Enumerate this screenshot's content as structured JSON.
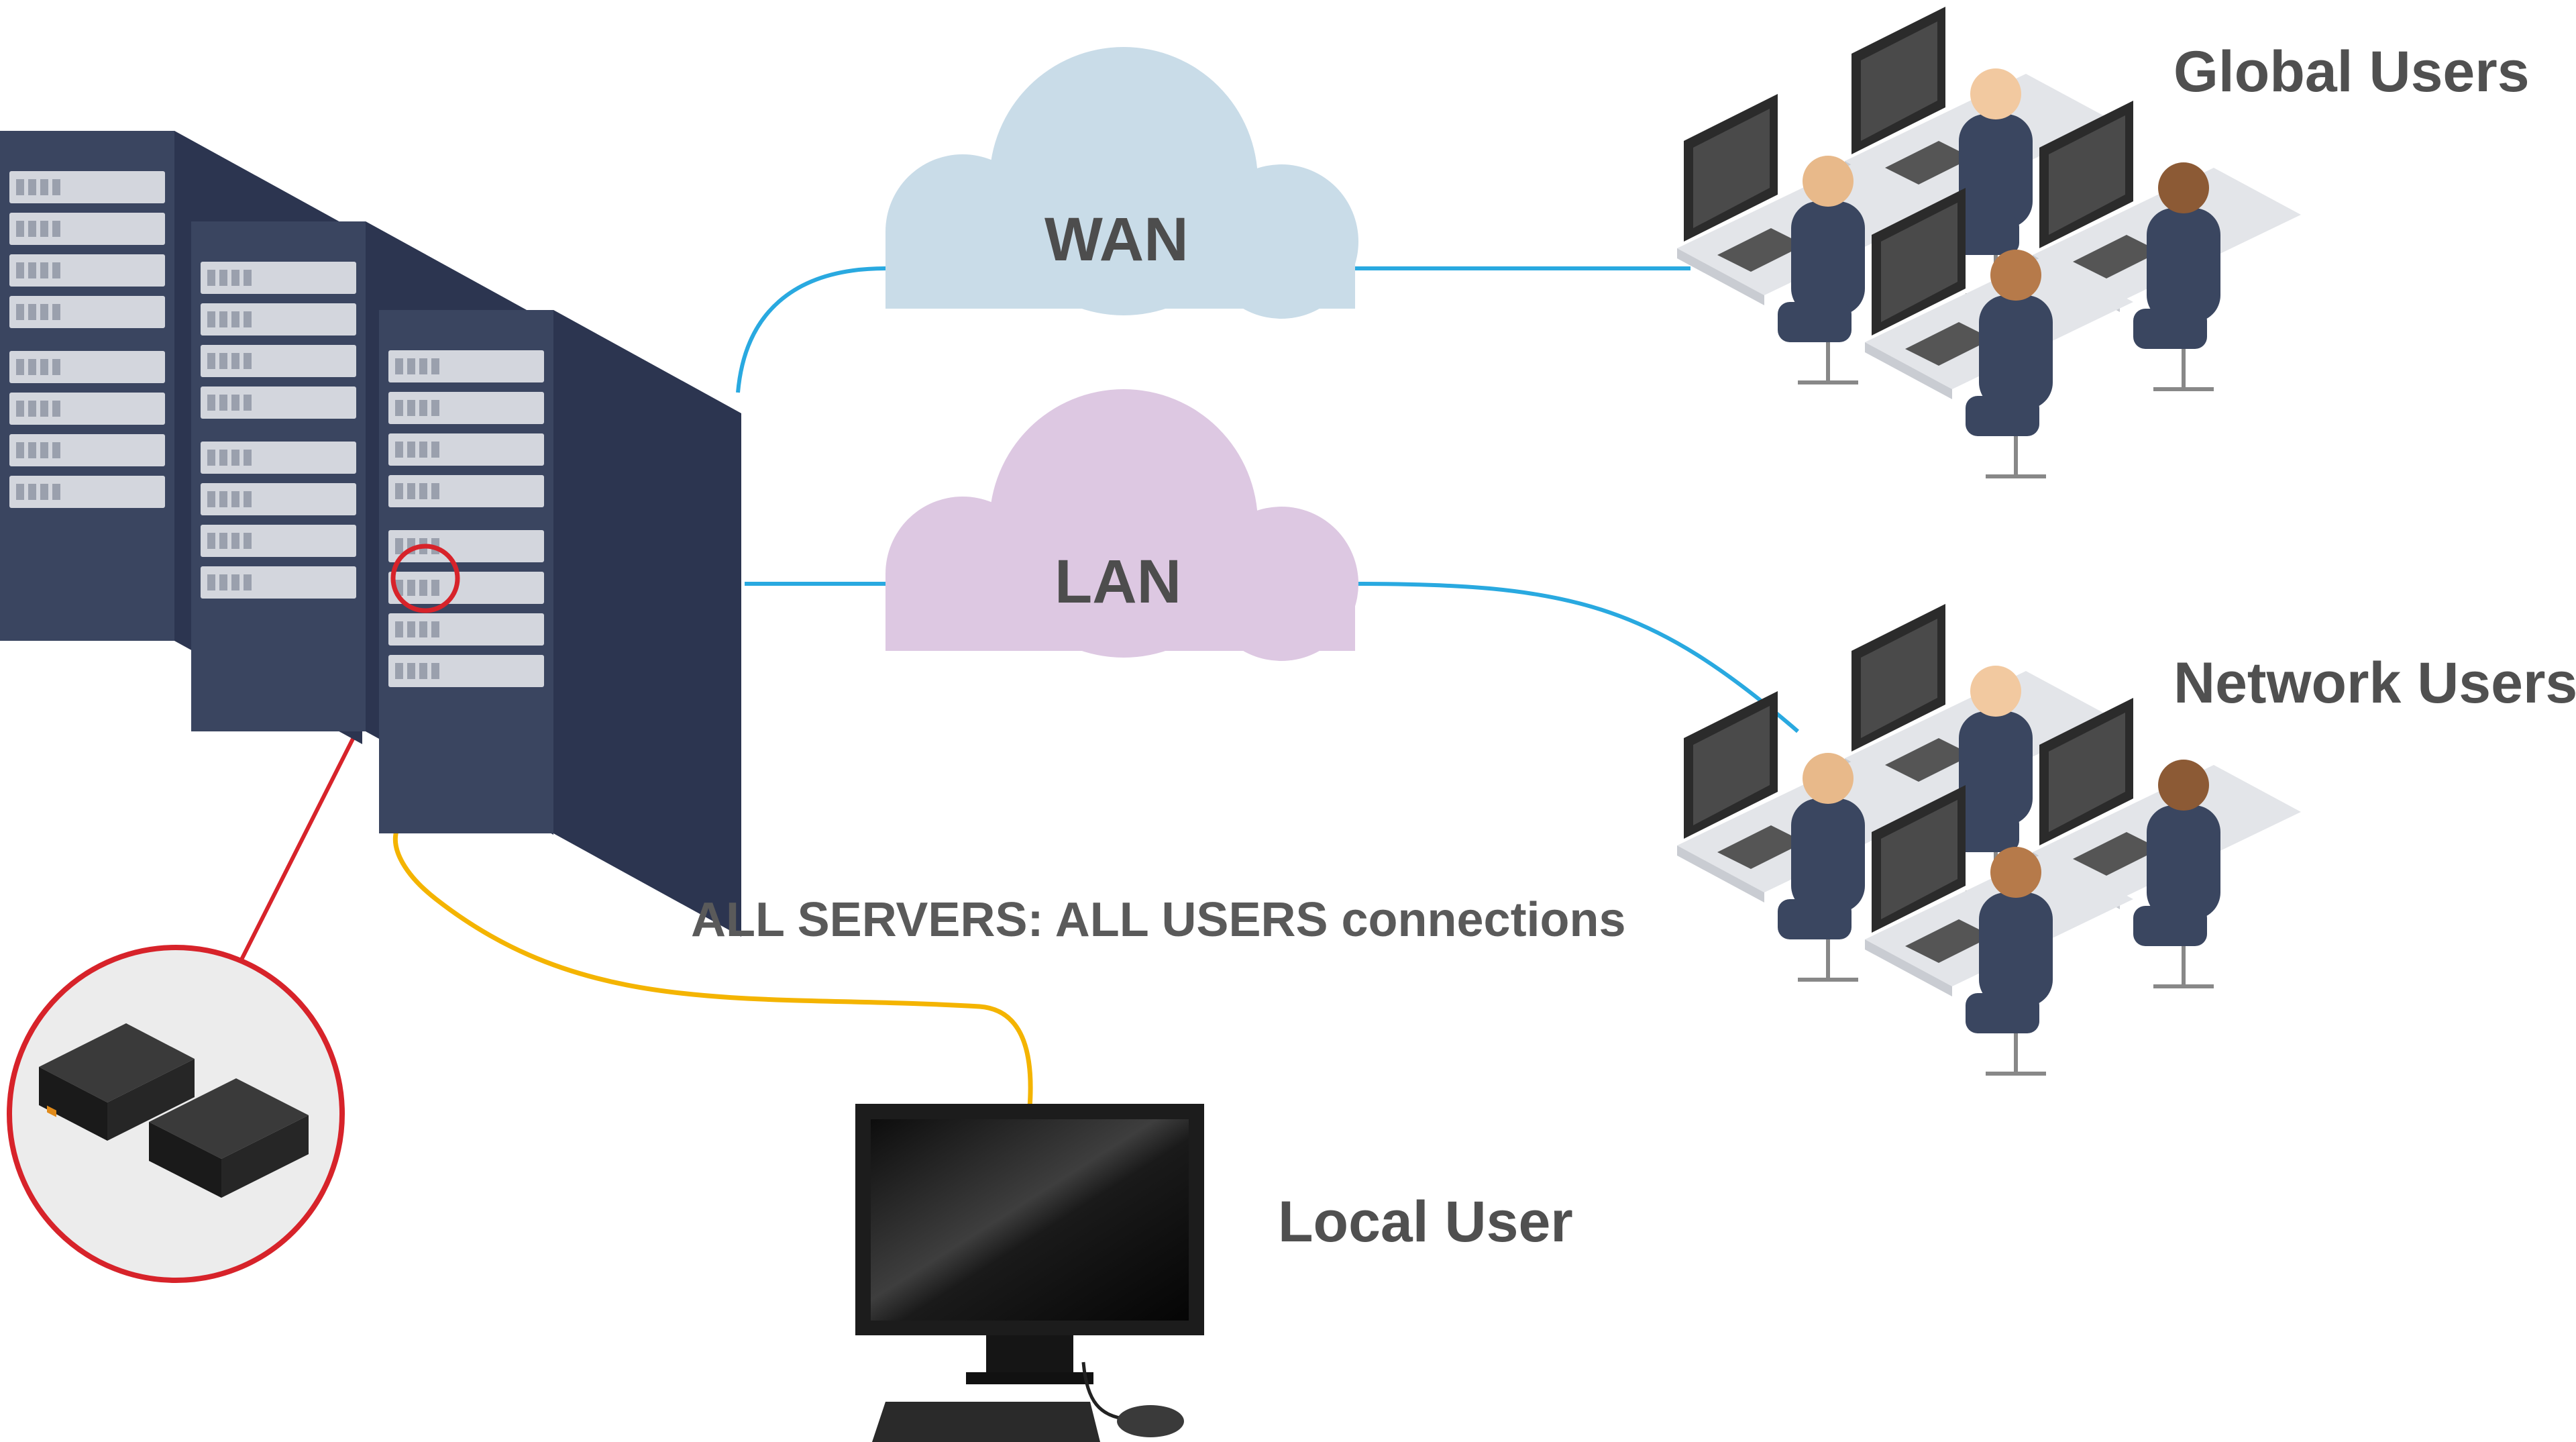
{
  "clouds": {
    "wan": {
      "label": "WAN",
      "color": "#c9dce8"
    },
    "lan": {
      "label": "LAN",
      "color": "#ddc8e2"
    }
  },
  "groups": {
    "global_users": "Global Users",
    "network_users": "Network Users",
    "local_user": "Local User"
  },
  "connection_note": "ALL SERVERS: ALL USERS connections",
  "colors": {
    "rack": "#3a4560",
    "rack_top": "#4f5a76",
    "rack_side": "#2c3550",
    "server_unit": "#d3d6dd",
    "network_line": "#29a9e0",
    "local_line": "#f4b400",
    "highlight_ring": "#d7232a",
    "desk": "#e3e5e9",
    "monitor": "#2b2b2b",
    "person": "#3a4660",
    "skin": "#f2c9a0"
  },
  "icons": [
    "server-rack-icon",
    "kvm-extender-icon",
    "workstation-icon",
    "monitor-icon",
    "keyboard-icon",
    "mouse-icon"
  ]
}
